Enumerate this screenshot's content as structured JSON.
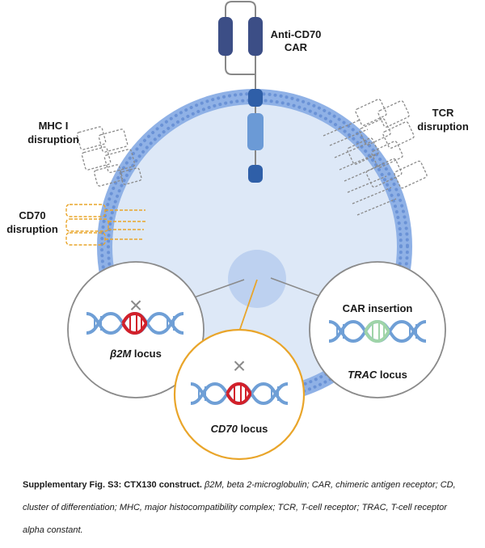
{
  "labels": {
    "car_line1": "Anti-CD70",
    "car_line2": "CAR",
    "mhc_line1": "MHC I",
    "mhc_line2": "disruption",
    "tcr_line1": "TCR",
    "tcr_line2": "disruption",
    "cd70_line1": "CD70",
    "cd70_line2": "disruption",
    "car_insertion": "CAR insertion"
  },
  "loci": {
    "b2m_symbol": "β2M",
    "b2m_suffix": " locus",
    "cd70_symbol": "CD70",
    "cd70_suffix": " locus",
    "trac_symbol": "TRAC",
    "trac_suffix": " locus",
    "knockout_mark": "×"
  },
  "caption": {
    "title": "Supplementary Fig. S3: CTX130 construct.",
    "text": " β2M, beta 2-microglobulin; CAR, chimeric antigen receptor; CD, cluster of differentiation; MHC, major histocompatibility complex; TCR, T-cell receptor; TRAC, T-cell receptor alpha constant."
  },
  "colors": {
    "membrane": "#8fb1e6",
    "membrane_dots": "#6a92d6",
    "cytoplasm": "#dde8f7",
    "nucleus": "#bdd1f0",
    "car_dark": "#3c4e86",
    "car_mid": "#5b8fd0",
    "dna_blue": "#6f9fd6",
    "dna_red": "#d2202a",
    "dna_green": "#9fd4a8",
    "cd70_orange": "#e9a52a",
    "gray": "#8a8a8a"
  }
}
